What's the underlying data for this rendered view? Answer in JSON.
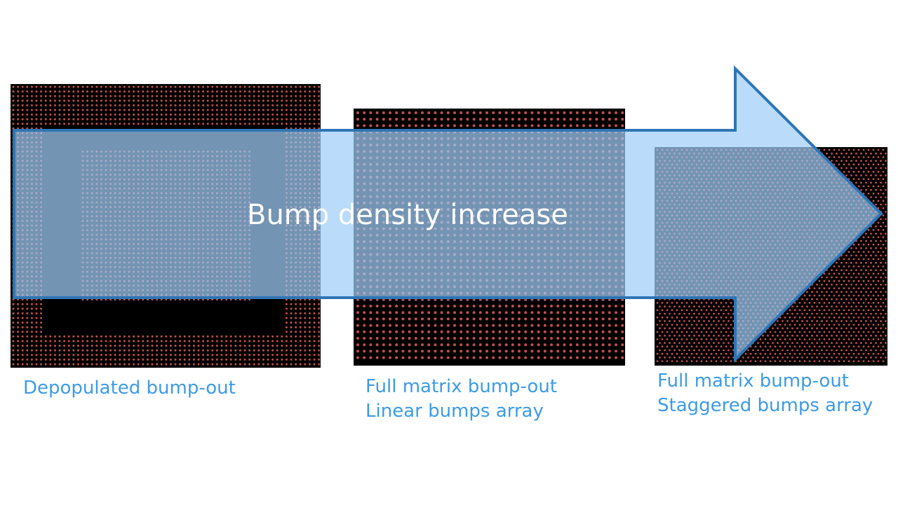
{
  "colors": {
    "background": "#ffffff",
    "die_fill": "#000000",
    "bump_color": "#c0504d",
    "arrow_fill": "#9fcdf8",
    "arrow_stroke": "#2e75b6",
    "caption_color": "#3c9be8",
    "arrow_text_color": "#ffffff"
  },
  "arrow": {
    "label": "Bump density increase"
  },
  "panels": [
    {
      "id": "depopulated",
      "caption_lines": [
        "Depopulated bump-out"
      ],
      "pattern": "depopulated"
    },
    {
      "id": "linear",
      "caption_lines": [
        "Full matrix bump-out",
        "Linear bumps array"
      ],
      "pattern": "linear"
    },
    {
      "id": "staggered",
      "caption_lines": [
        "Full matrix bump-out",
        "Staggered bumps array"
      ],
      "pattern": "staggered"
    }
  ]
}
